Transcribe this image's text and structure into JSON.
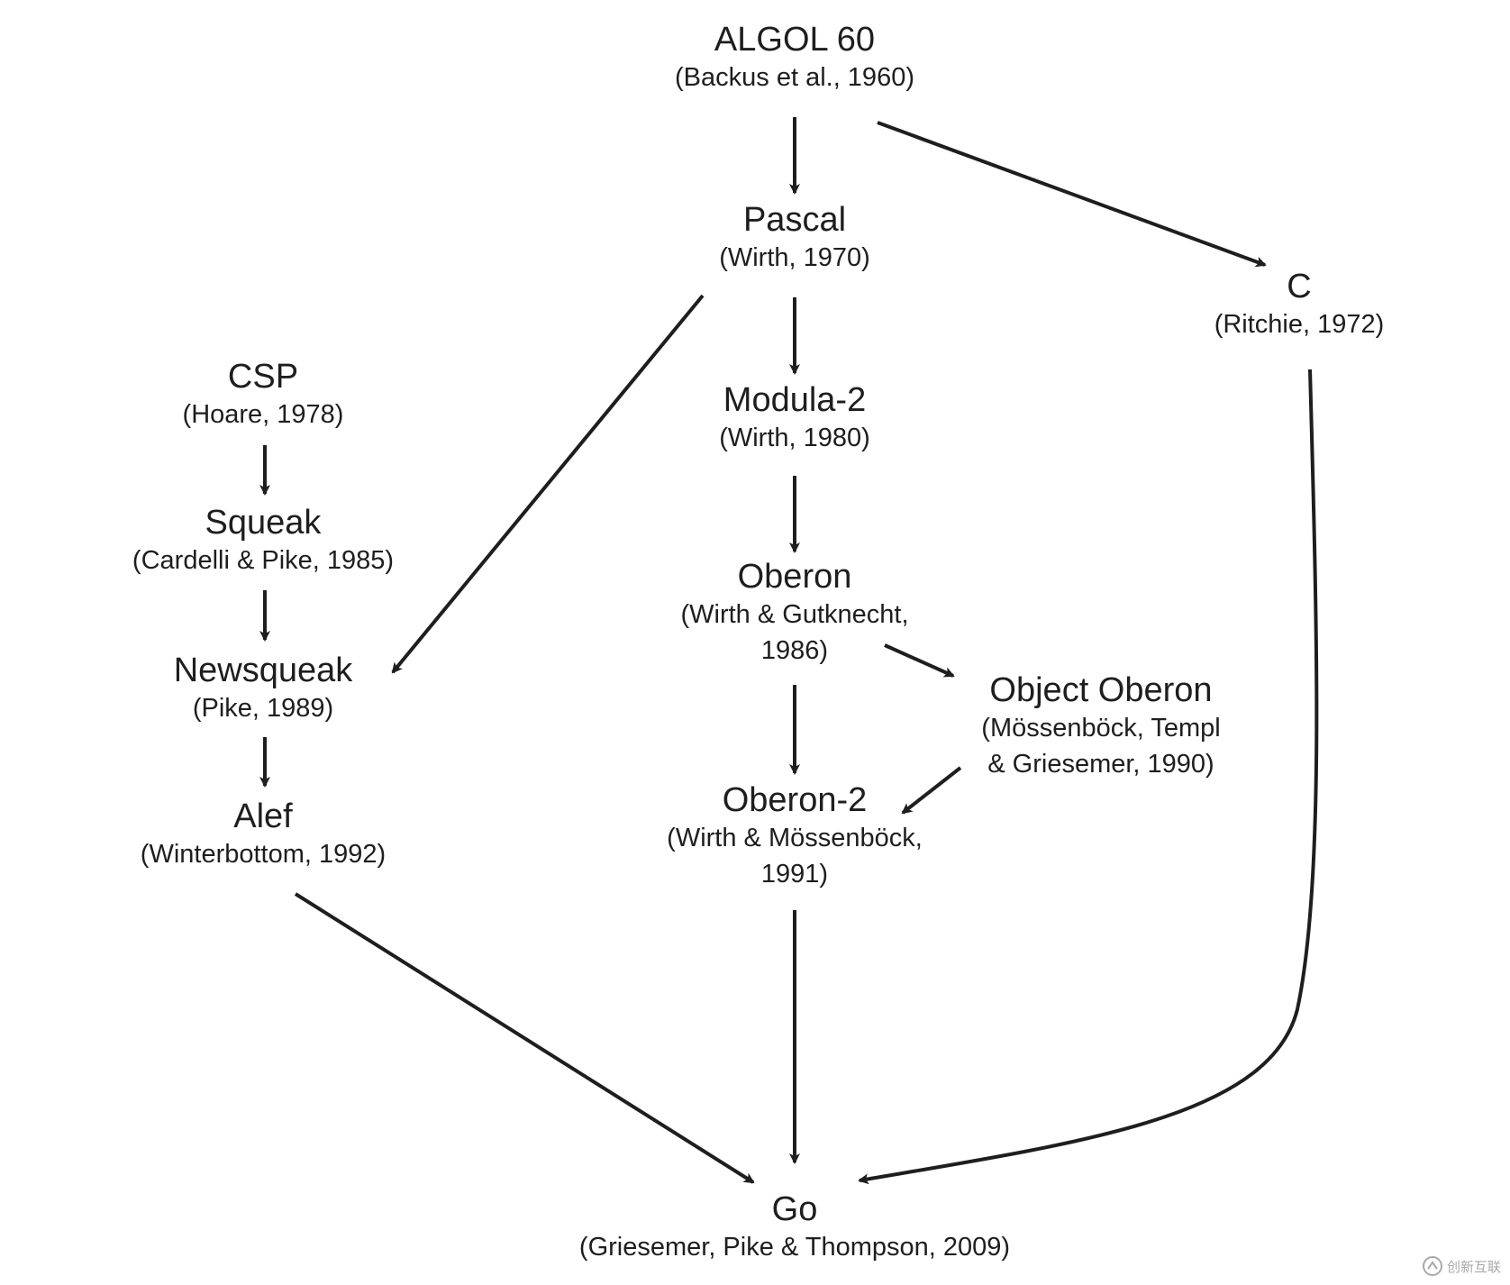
{
  "nodes": {
    "algol60": {
      "title": "ALGOL 60",
      "credit": "(Backus et al., 1960)"
    },
    "pascal": {
      "title": "Pascal",
      "credit": "(Wirth, 1970)"
    },
    "c": {
      "title": "C",
      "credit": "(Ritchie, 1972)"
    },
    "csp": {
      "title": "CSP",
      "credit": "(Hoare, 1978)"
    },
    "modula2": {
      "title": "Modula-2",
      "credit": "(Wirth, 1980)"
    },
    "squeak": {
      "title": "Squeak",
      "credit": "(Cardelli & Pike, 1985)"
    },
    "oberon": {
      "title": "Oberon",
      "credit_line1": "(Wirth & Gutknecht,",
      "credit_line2": "1986)"
    },
    "newsqueak": {
      "title": "Newsqueak",
      "credit": "(Pike, 1989)"
    },
    "object_oberon": {
      "title": "Object Oberon",
      "credit_line1": "(Mössenböck, Templ",
      "credit_line2": "& Griesemer, 1990)"
    },
    "oberon2": {
      "title": "Oberon-2",
      "credit_line1": "(Wirth & Mössenböck,",
      "credit_line2": "1991)"
    },
    "alef": {
      "title": "Alef",
      "credit": "(Winterbottom, 1992)"
    },
    "go": {
      "title": "Go",
      "credit": "(Griesemer, Pike & Thompson, 2009)"
    }
  },
  "edges": [
    {
      "from": "algol60",
      "to": "pascal"
    },
    {
      "from": "algol60",
      "to": "c"
    },
    {
      "from": "pascal",
      "to": "modula2"
    },
    {
      "from": "pascal",
      "to": "newsqueak"
    },
    {
      "from": "csp",
      "to": "squeak"
    },
    {
      "from": "squeak",
      "to": "newsqueak"
    },
    {
      "from": "newsqueak",
      "to": "alef"
    },
    {
      "from": "modula2",
      "to": "oberon"
    },
    {
      "from": "oberon",
      "to": "object_oberon"
    },
    {
      "from": "oberon",
      "to": "oberon2"
    },
    {
      "from": "object_oberon",
      "to": "oberon2"
    },
    {
      "from": "alef",
      "to": "go"
    },
    {
      "from": "oberon2",
      "to": "go"
    },
    {
      "from": "c",
      "to": "go"
    }
  ],
  "colors": {
    "ink": "#1e1e1e",
    "watermark": "#9a9a9a"
  },
  "watermark": {
    "icon": "watermark-logo-icon",
    "text": "创新互联"
  }
}
